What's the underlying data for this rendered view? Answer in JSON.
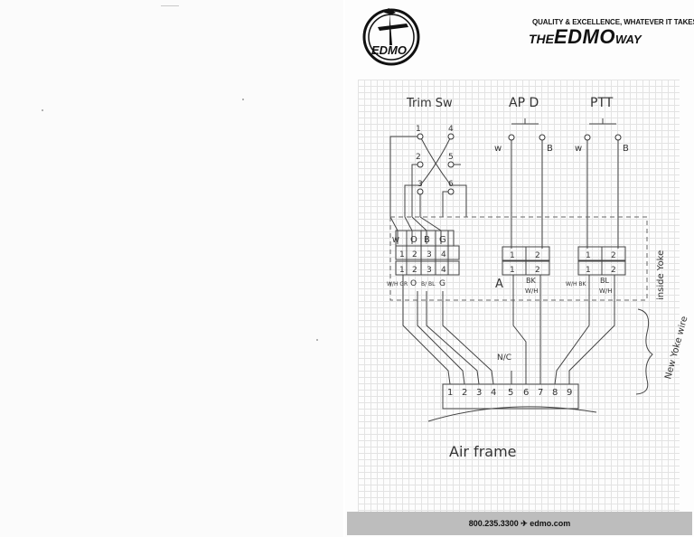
{
  "brand": {
    "logo_text": "EDMO",
    "tagline": "QUALITY & EXCELLENCE, WHATEVER IT TAKES.",
    "slogan": {
      "the": "THE",
      "edmo": "EDMO",
      "way": "WAY"
    }
  },
  "footer": {
    "contact": "800.235.3300 ✈ edmo.com"
  },
  "sketch": {
    "headings": {
      "trim_sw": "Trim Sw",
      "ap_d": "AP D",
      "ptt": "PTT"
    },
    "trim_pins": [
      "1",
      "4",
      "2",
      "5",
      "3",
      "6"
    ],
    "wire_labels": {
      "w": "w",
      "b": "B"
    },
    "connector_row_top": [
      "W",
      "O",
      "B",
      "G"
    ],
    "connector_pins_4": [
      "1",
      "2",
      "3",
      "4"
    ],
    "connector_pins_2": [
      "1",
      "2"
    ],
    "below_trim": [
      "W/H GR",
      "O",
      "B/ BL",
      "G"
    ],
    "below_ap": [
      "A",
      "BK",
      "W/H"
    ],
    "below_ptt": [
      "W/H BK",
      "BL",
      "W/H"
    ],
    "side_note": "inside Yoke",
    "nc": "N/C",
    "terminal_pins": [
      "1",
      "2",
      "3",
      "4",
      "5",
      "6",
      "7",
      "8",
      "9"
    ],
    "new_wire": "New Yoke wire",
    "airframe": "Air frame"
  }
}
